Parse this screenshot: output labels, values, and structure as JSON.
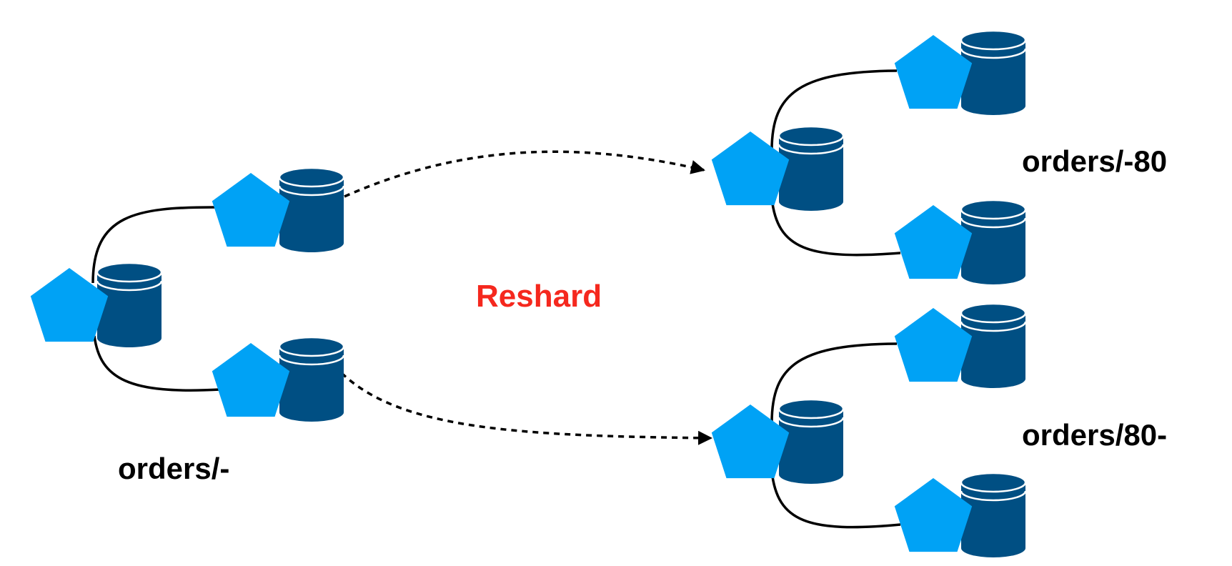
{
  "colors": {
    "pentagon": "#00A2F5",
    "cylinder": "#004F83",
    "cylinder_rim": "#ffffff",
    "line": "#000000",
    "action": "#F5281E"
  },
  "labels": {
    "source_shard": "orders/-",
    "target_shard_1": "orders/-80",
    "target_shard_2": "orders/80-",
    "action": "Reshard"
  },
  "icons": {
    "node": "pentagon-icon",
    "database": "database-cylinder-icon"
  }
}
